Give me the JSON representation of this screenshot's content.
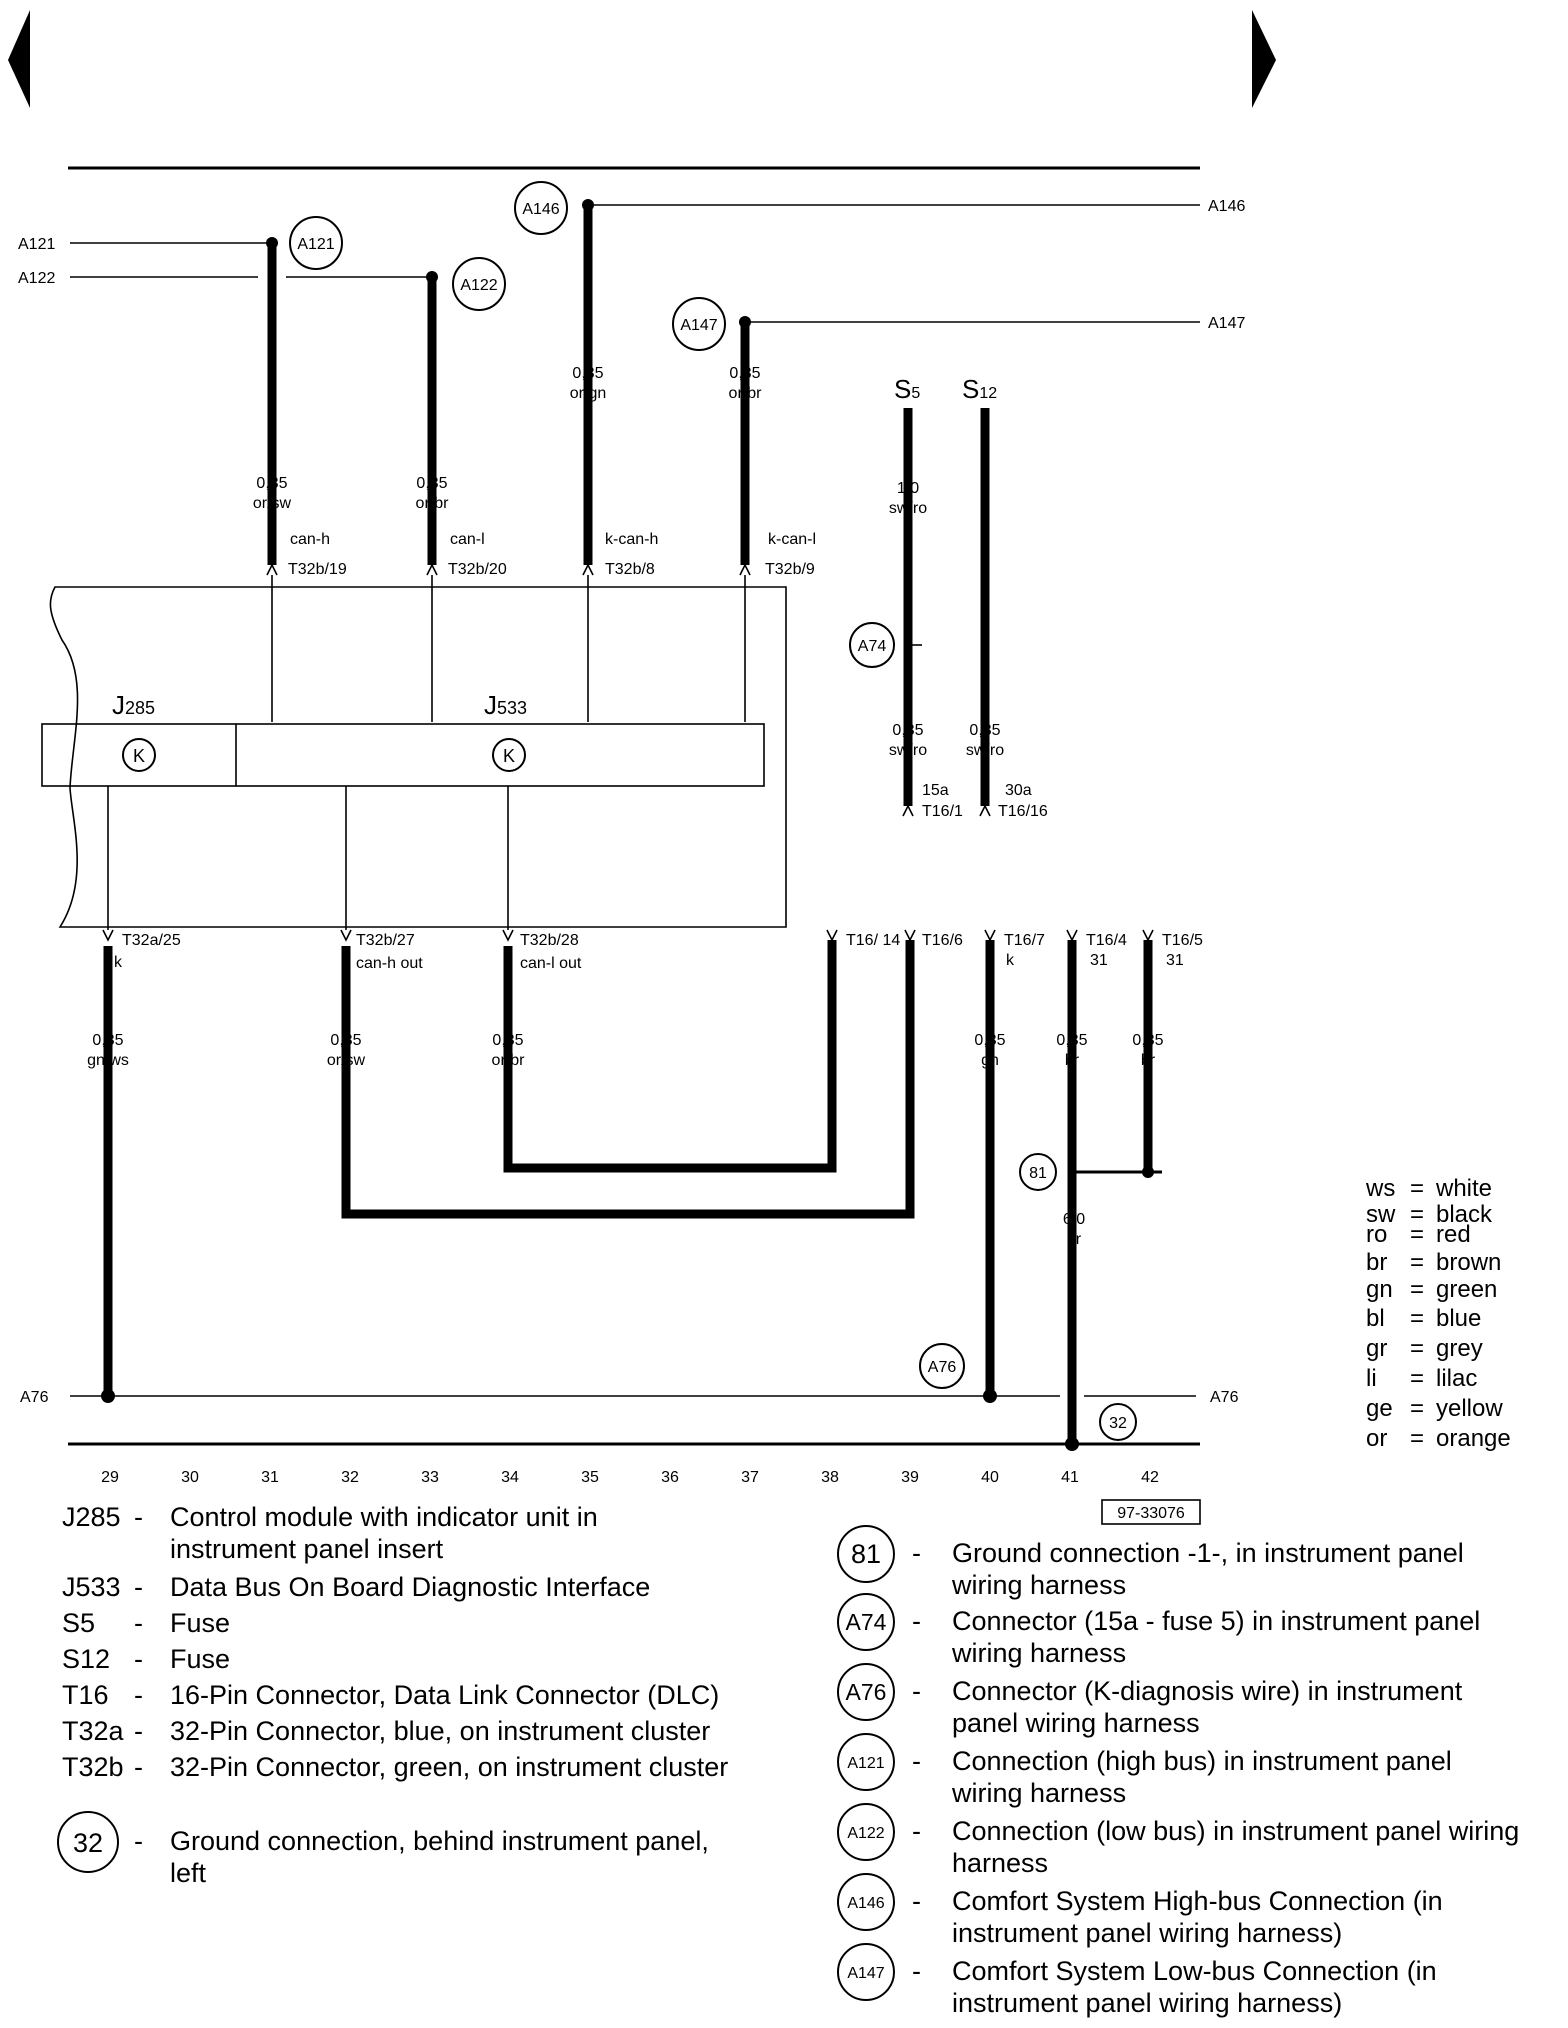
{
  "nav": {
    "prev_arrow": "◀",
    "next_arrow": "▶"
  },
  "wire_labels": {
    "a121_left": "A121",
    "a122_left": "A122",
    "a146_right": "A146",
    "a147_right": "A147",
    "a76_left": "A76",
    "a76_right": "A76"
  },
  "circle_labels": {
    "a121": "A121",
    "a122": "A122",
    "a146": "A146",
    "a147": "A147",
    "a74": "A74",
    "g81": "81",
    "a76": "A76",
    "g32": "32"
  },
  "fuses": {
    "s5_main": "S",
    "s5_sub": "5",
    "s12_main": "S",
    "s12_sub": "12"
  },
  "wires": {
    "can_h_in": {
      "size": "0,35",
      "color": "or/sw",
      "signal": "can-h",
      "pin": "T32b/19"
    },
    "can_l_in": {
      "size": "0,35",
      "color": "or/br",
      "signal": "can-l",
      "pin": "T32b/20"
    },
    "k_can_h": {
      "size": "0,35",
      "color": "or/gn",
      "signal": "k-can-h",
      "pin": "T32b/8"
    },
    "k_can_l": {
      "size": "0,35",
      "color": "or/br",
      "signal": "k-can-l",
      "pin": "T32b/9"
    },
    "s5_wire": {
      "size": "1,0",
      "color": "sw/ro"
    },
    "s5_low": {
      "size": "0,35",
      "color": "sw/ro",
      "signal": "15a",
      "pin": "T16/1"
    },
    "s12_low": {
      "size": "0,35",
      "color": "sw/ro",
      "signal": "30a",
      "pin": "T16/16"
    },
    "k_out": {
      "size": "0,35",
      "color": "gn/ws",
      "signal": "k",
      "pin": "T32a/25"
    },
    "can_h_out": {
      "size": "0,35",
      "color": "or/sw",
      "signal": "can-h out",
      "pin": "T32b/27"
    },
    "can_l_out": {
      "size": "0,35",
      "color": "or/br",
      "signal": "can-l out",
      "pin": "T32b/28"
    },
    "t16_14": {
      "pin": "T16/ 14"
    },
    "t16_6": {
      "pin": "T16/6"
    },
    "t16_7": {
      "size": "0,35",
      "color": "gn",
      "signal": "k",
      "pin": "T16/7"
    },
    "t16_4": {
      "size": "0,35",
      "color": "br",
      "signal": "31",
      "pin": "T16/4"
    },
    "t16_5": {
      "size": "0,35",
      "color": "br",
      "signal": "31",
      "pin": "T16/5"
    },
    "ground_main": {
      "size": "6,0",
      "color": "br"
    }
  },
  "components": {
    "j285_main": "J",
    "j285_sub": "285",
    "j533_main": "J",
    "j533_sub": "533",
    "k_symbol": "K"
  },
  "bottom_numbers": [
    "29",
    "30",
    "31",
    "32",
    "33",
    "34",
    "35",
    "36",
    "37",
    "38",
    "39",
    "40",
    "41",
    "42"
  ],
  "diagram_code": "97-33076",
  "color_key": [
    {
      "code": "ws",
      "name": "white"
    },
    {
      "code": "sw",
      "name": "black"
    },
    {
      "code": "ro",
      "name": "red"
    },
    {
      "code": "br",
      "name": "brown"
    },
    {
      "code": "gn",
      "name": "green"
    },
    {
      "code": "bl",
      "name": "blue"
    },
    {
      "code": "gr",
      "name": "grey"
    },
    {
      "code": "li",
      "name": "lilac"
    },
    {
      "code": "ge",
      "name": "yellow"
    },
    {
      "code": "or",
      "name": "orange"
    }
  ],
  "legend_left": [
    {
      "code": "J285",
      "desc1": "Control module with indicator unit in",
      "desc2": "instrument panel insert"
    },
    {
      "code": "J533",
      "desc1": "Data Bus On Board Diagnostic Interface"
    },
    {
      "code": "S5",
      "desc1": "Fuse"
    },
    {
      "code": "S12",
      "desc1": "Fuse"
    },
    {
      "code": "T16",
      "desc1": "16-Pin Connector, Data Link Connector (DLC)"
    },
    {
      "code": "T32a",
      "desc1": "32-Pin Connector, blue, on instrument cluster"
    },
    {
      "code": "T32b",
      "desc1": "32-Pin Connector, green, on instrument cluster"
    },
    {
      "code": "32",
      "desc1": "Ground connection, behind instrument panel,",
      "desc2": "left"
    }
  ],
  "legend_right": [
    {
      "code": "81",
      "desc1": "Ground connection -1-, in instrument panel",
      "desc2": "wiring harness"
    },
    {
      "code": "A74",
      "desc1": "Connector (15a - fuse 5) in instrument panel",
      "desc2": "wiring harness"
    },
    {
      "code": "A76",
      "desc1": "Connector (K-diagnosis wire) in instrument",
      "desc2": "panel wiring harness"
    },
    {
      "code": "A121",
      "desc1": "Connection (high bus) in instrument panel",
      "desc2": "wiring harness"
    },
    {
      "code": "A122",
      "desc1": "Connection (low bus) in instrument panel wiring",
      "desc2": "harness"
    },
    {
      "code": "A146",
      "desc1": "Comfort System High-bus Connection (in",
      "desc2": "instrument panel wiring harness)"
    },
    {
      "code": "A147",
      "desc1": "Comfort System Low-bus Connection (in",
      "desc2": "instrument panel wiring harness)"
    }
  ],
  "dash": "-"
}
